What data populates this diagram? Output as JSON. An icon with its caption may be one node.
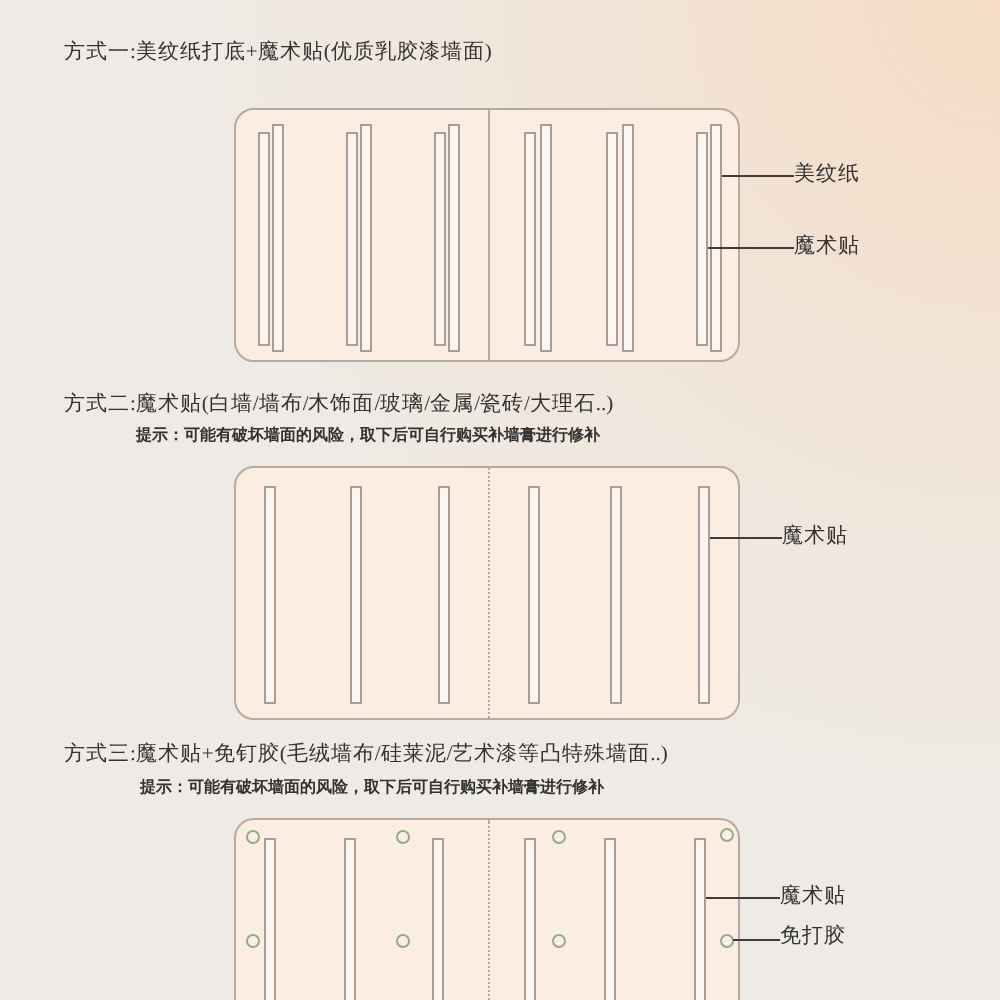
{
  "diagram": {
    "nodes": [
      {
        "text": [],
        "shape": "box"
      },
      {
        "text": [],
        "shape": "bar",
        "in": 0
      },
      {
        "text": [],
        "shape": "bar",
        "in": 0
      },
      {
        "text": [],
        "shape": "bar",
        "in": 0
      },
      {
        "text": [],
        "shape": "bar",
        "in": 0
      },
      {
        "text": [],
        "shape": "bar",
        "in": 0
      },
      {
        "text": [],
        "shape": "bar",
        "in": 0
      },
      {
        "text": [],
        "shape": "bar",
        "in": 0
      },
      {
        "text": [],
        "shape": "bar",
        "in": 0
      },
      {
        "text": [],
        "shape": "bar",
        "in": 0
      },
      {
        "text": [],
        "shape": "bar",
        "in": 0
      },
      {
        "text": [],
        "shape": "bar",
        "in": 0
      },
      {
        "text": [],
        "shape": "bar",
        "in": 0
      },
      {
        "text": [
          "美纹纸"
        ]
      },
      {
        "text": [
          "魔术贴"
        ]
      },
      {
        "text": [],
        "shape": "box"
      },
      {
        "text": [],
        "shape": "bar",
        "in": 15
      },
      {
        "text": [],
        "shape": "bar",
        "in": 15
      },
      {
        "text": [],
        "shape": "bar",
        "in": 15
      },
      {
        "text": [],
        "shape": "bar",
        "in": 15
      },
      {
        "text": [],
        "shape": "bar",
        "in": 15
      },
      {
        "text": [],
        "shape": "bar",
        "in": 15
      },
      {
        "text": [
          "魔术贴"
        ]
      },
      {
        "text": [],
        "shape": "box"
      },
      {
        "text": [],
        "shape": "bar",
        "in": 23
      },
      {
        "text": [],
        "shape": "bar",
        "in": 23
      },
      {
        "text": [],
        "shape": "bar",
        "in": 23
      },
      {
        "text": [],
        "shape": "bar",
        "in": 23
      },
      {
        "text": [],
        "shape": "bar",
        "in": 23
      },
      {
        "text": [],
        "shape": "bar",
        "in": 23
      },
      {
        "text": [],
        "shape": "circle",
        "in": 23
      },
      {
        "text": [],
        "shape": "circle",
        "in": 23
      },
      {
        "text": [],
        "shape": "circle",
        "in": 23
      },
      {
        "text": [],
        "shape": "circle",
        "in": 23
      },
      {
        "text": [],
        "shape": "circle",
        "in": 23
      },
      {
        "text": [],
        "shape": "circle",
        "in": 23
      },
      {
        "text": [],
        "shape": "circle",
        "in": 23
      },
      {
        "text": [],
        "shape": "circle",
        "in": 23
      },
      {
        "text": [
          "魔术贴"
        ]
      },
      {
        "text": [
          "免打胶"
        ]
      }
    ],
    "edges": [
      {
        "from": 13,
        "to": 12,
        "arrow": "none"
      },
      {
        "from": 14,
        "to": 11,
        "arrow": "none"
      },
      {
        "from": 22,
        "to": 21,
        "arrow": "none"
      },
      {
        "from": 38,
        "to": 29,
        "arrow": "none"
      },
      {
        "from": 39,
        "to": 37,
        "arrow": "none"
      }
    ],
    "labels": [
      "方式一:美纹纸打底+魔术贴(优质乳胶漆墙面)",
      "方式二:魔术贴(白墙/墙布/木饰面/玻璃/金属/瓷砖/大理石..)",
      "提示：可能有破坏墙面的风险，取下后可自行购买补墙膏进行修补",
      "方式三:魔术贴+免钉胶(毛绒墙布/硅莱泥/艺术漆等凸特殊墙面..)",
      "提示：可能有破坏墙面的风险，取下后可自行购买补墙膏进行修补"
    ]
  }
}
